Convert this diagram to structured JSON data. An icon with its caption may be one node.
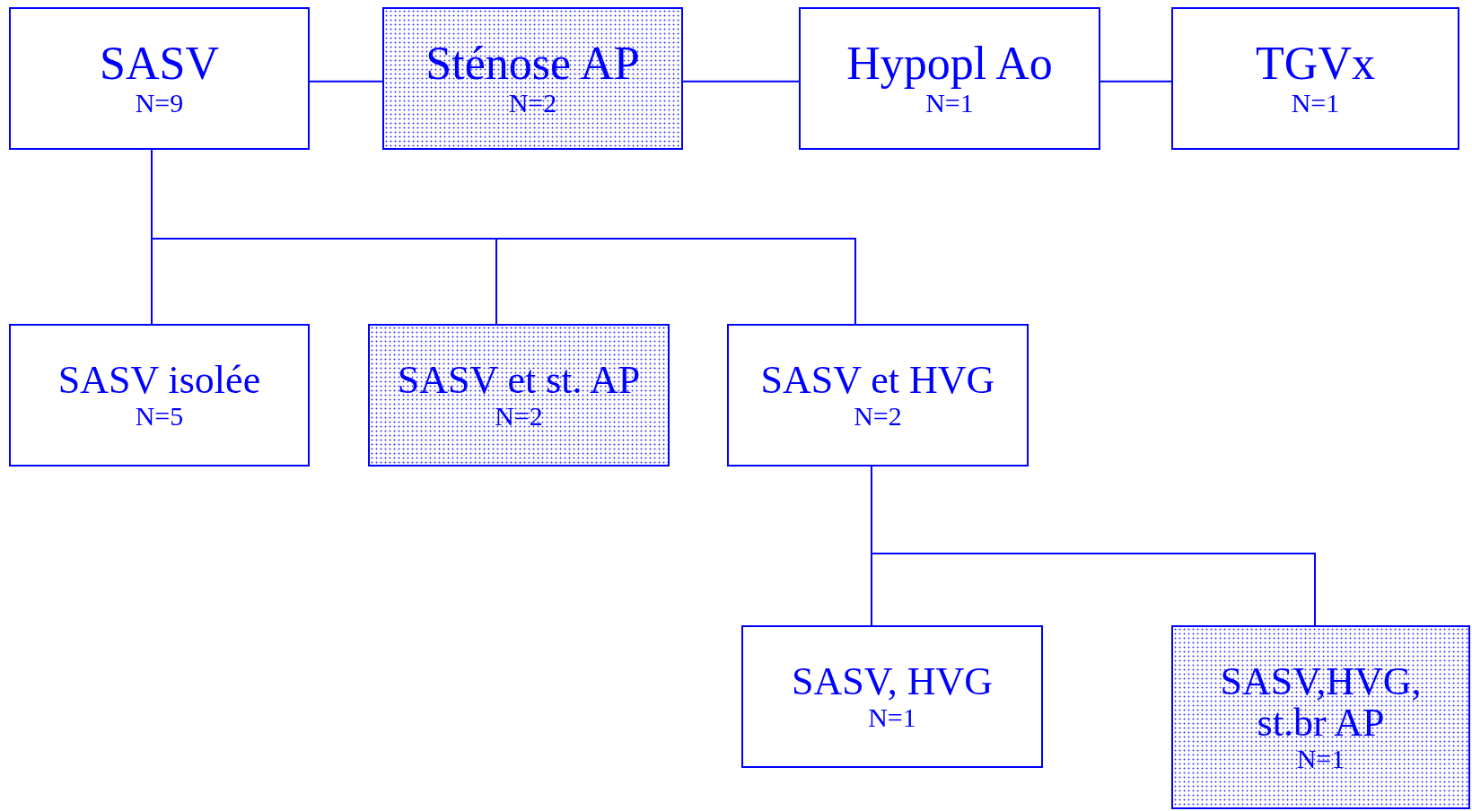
{
  "diagram": {
    "nodes": [
      {
        "text": [
          "SASV",
          "N=9"
        ]
      },
      {
        "text": [
          "Sténose AP",
          "N=2"
        ]
      },
      {
        "text": [
          "Hypopl Ao",
          "N=1"
        ]
      },
      {
        "text": [
          "TGVx",
          "N=1"
        ]
      },
      {
        "text": [
          "SASV isolée",
          "N=5"
        ]
      },
      {
        "text": [
          "SASV et st. AP",
          "N=2"
        ]
      },
      {
        "text": [
          "SASV et HVG",
          "N=2"
        ]
      },
      {
        "text": [
          "SASV, HVG",
          "N=1"
        ]
      },
      {
        "text": [
          "SASV,HVG, st.br AP",
          "N=1"
        ]
      }
    ],
    "edges": [
      {
        "from": 0,
        "to": 1,
        "arrow": "none"
      },
      {
        "from": 1,
        "to": 2,
        "arrow": "none"
      },
      {
        "from": 2,
        "to": 3,
        "arrow": "none"
      },
      {
        "from": 0,
        "to": 4,
        "arrow": "none"
      },
      {
        "from": 0,
        "to": 5,
        "arrow": "none"
      },
      {
        "from": 0,
        "to": 6,
        "arrow": "none"
      },
      {
        "from": 6,
        "to": 7,
        "arrow": "none"
      },
      {
        "from": 6,
        "to": 8,
        "arrow": "none"
      }
    ]
  }
}
